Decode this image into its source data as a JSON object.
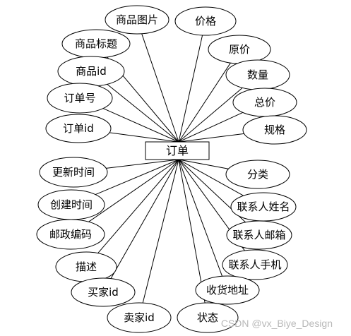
{
  "entity": "订单",
  "attributes": [
    "商品图片",
    "价格",
    "商品标题",
    "原价",
    "商品id",
    "数量",
    "订单号",
    "总价",
    "订单id",
    "规格",
    "更新时间",
    "分类",
    "创建时间",
    "联系人姓名",
    "邮政编码",
    "联系人邮箱",
    "描述",
    "联系人手机",
    "买家id",
    "收货地址",
    "卖家id",
    "状态"
  ],
  "watermark": "CSDN @vx_Biye_Design"
}
